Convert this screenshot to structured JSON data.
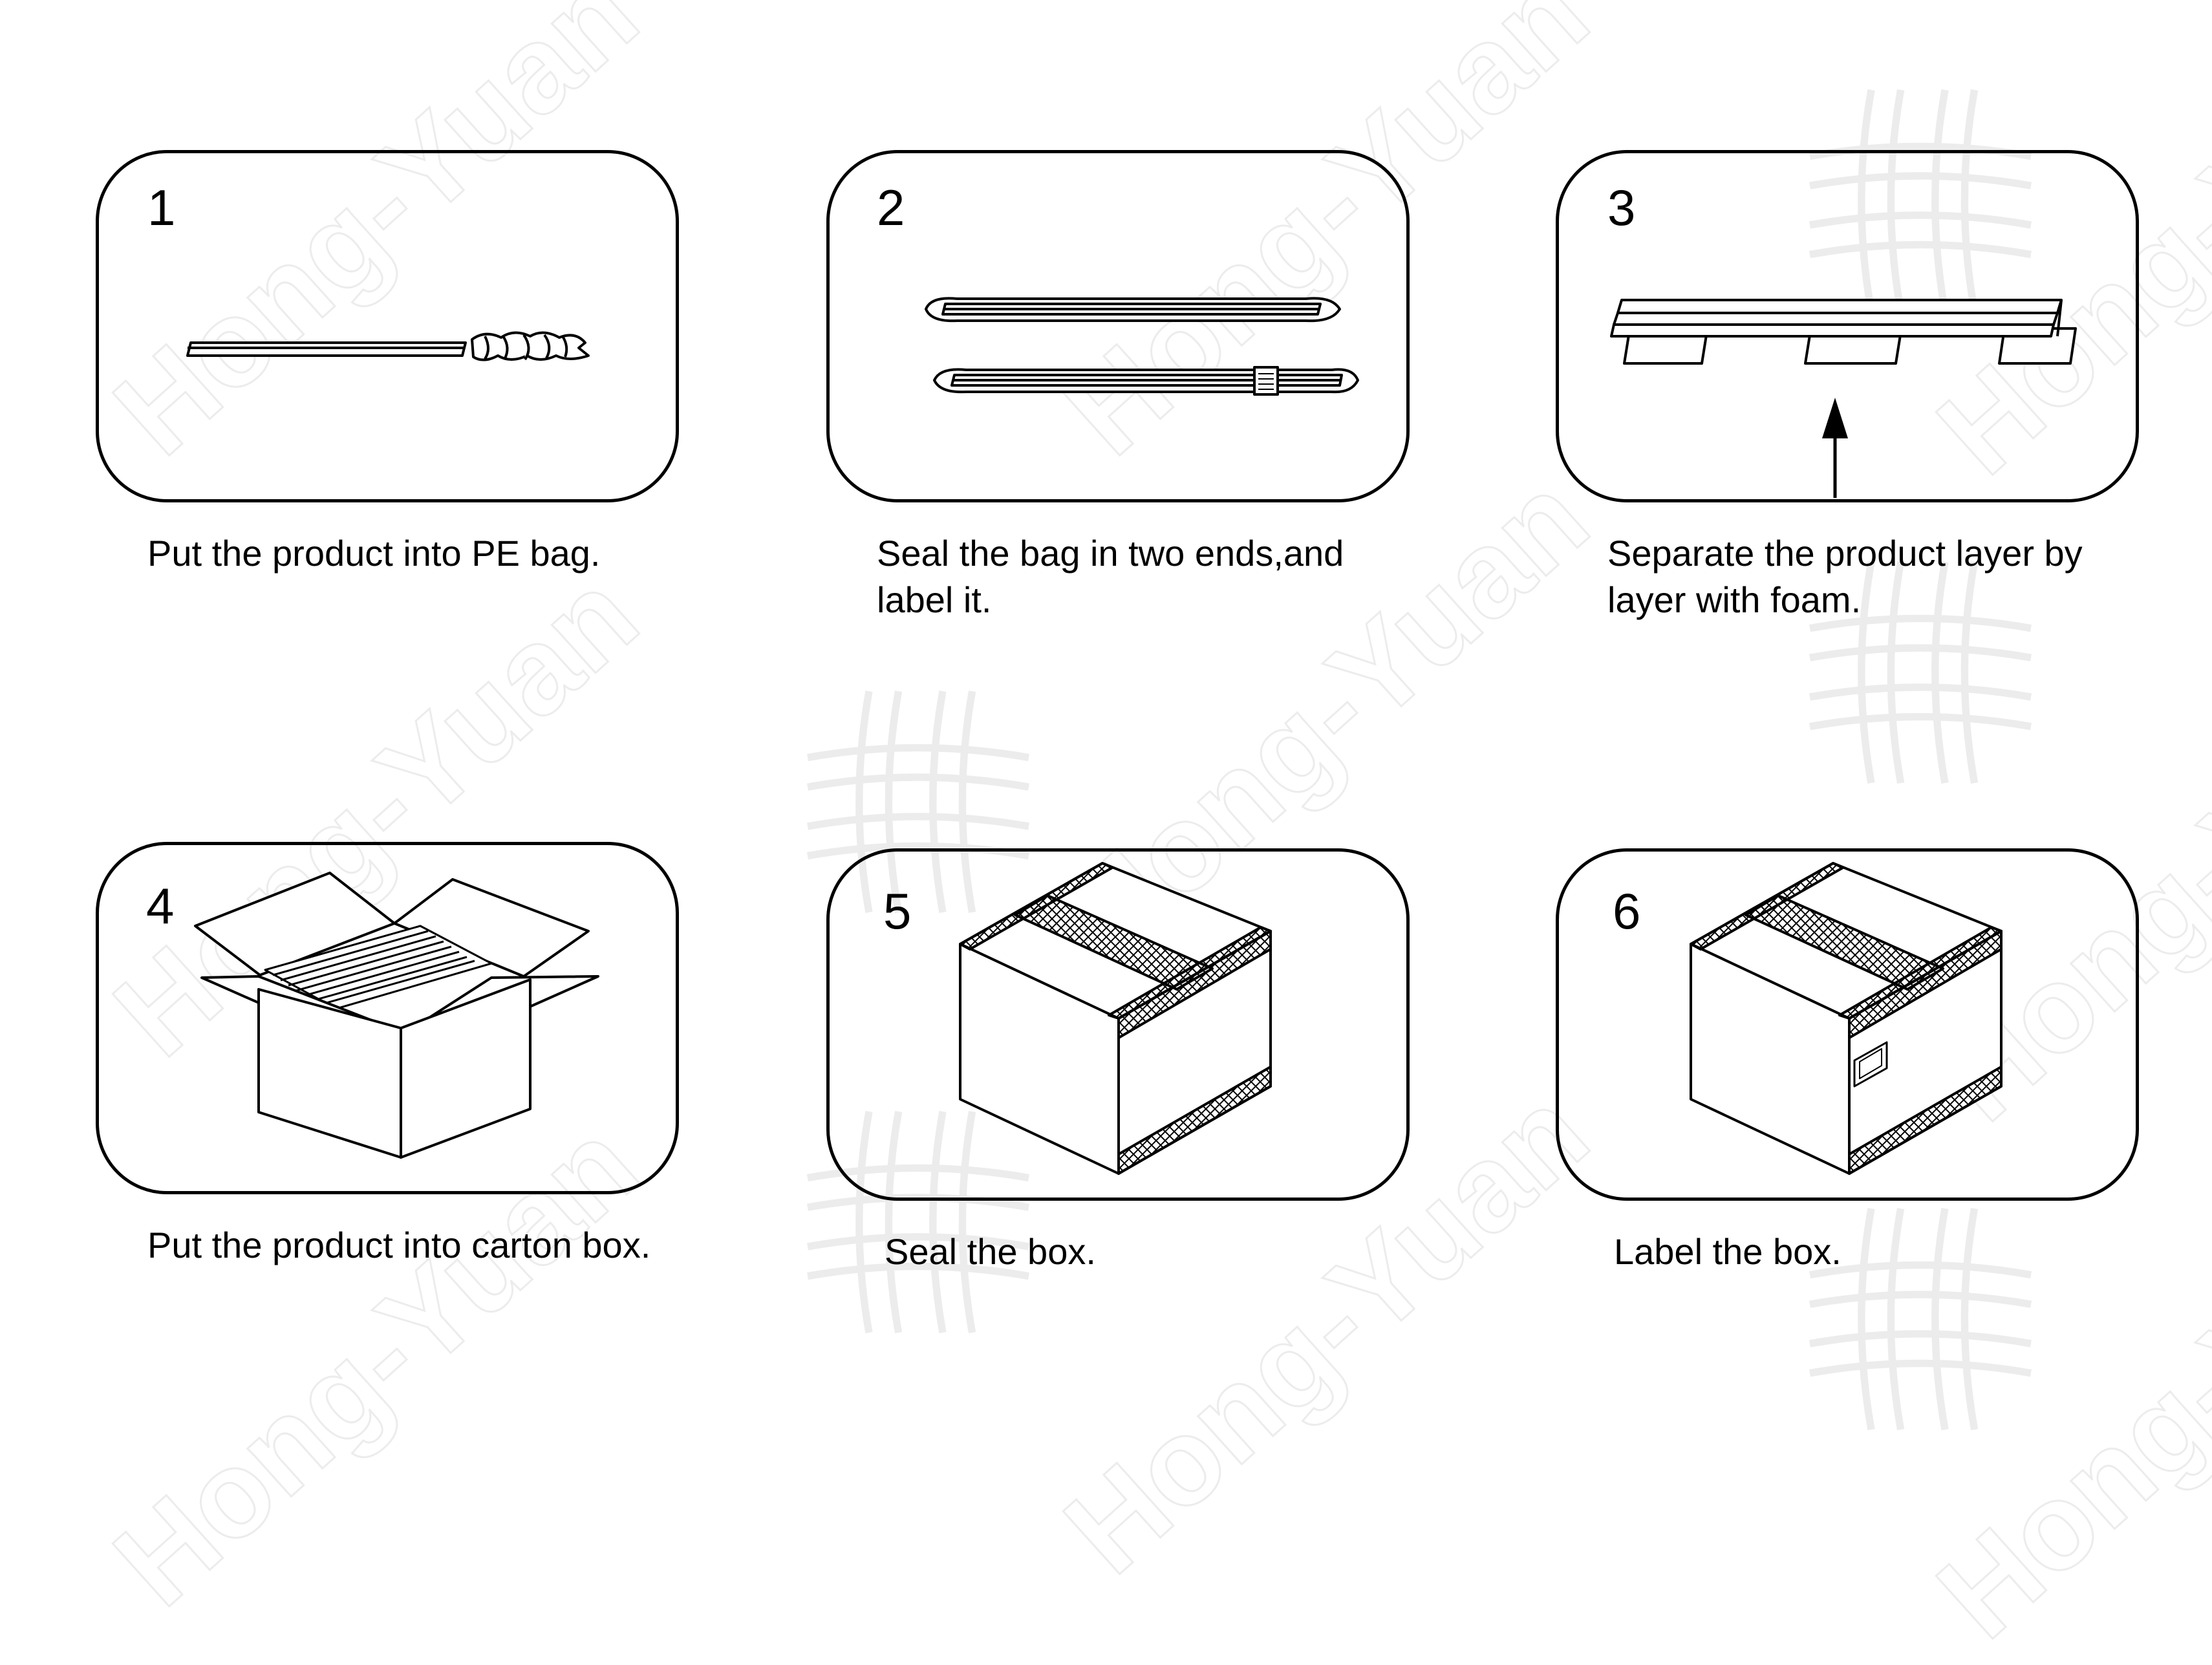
{
  "watermark": {
    "text": "Hong-Yuan",
    "mark_icon": "hash-logo-watermark-icon"
  },
  "steps": [
    {
      "number": "1",
      "caption_lines": [
        "Put the product into PE bag."
      ],
      "illustration_icon": "rod-in-bag-icon"
    },
    {
      "number": "2",
      "caption_lines": [
        "Seal the bag in two ends,and",
        "label it."
      ],
      "illustration_icon": "sealed-bags-icon"
    },
    {
      "number": "3",
      "caption_lines": [
        "Separate the product layer by",
        "layer with foam."
      ],
      "illustration_icon": "foam-layers-icon"
    },
    {
      "number": "4",
      "caption_lines": [
        "Put the product into carton box."
      ],
      "illustration_icon": "open-carton-icon"
    },
    {
      "number": "5",
      "caption_lines": [
        "Seal the box."
      ],
      "illustration_icon": "sealed-box-icon"
    },
    {
      "number": "6",
      "caption_lines": [
        "Label the box."
      ],
      "illustration_icon": "labeled-box-icon"
    }
  ]
}
